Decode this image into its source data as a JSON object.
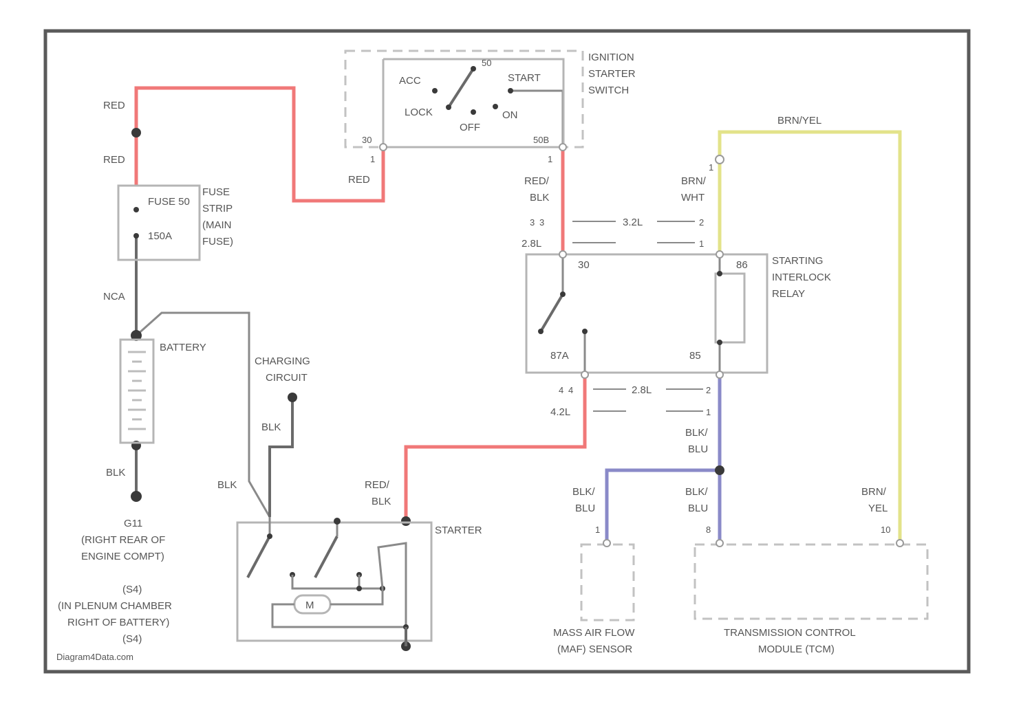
{
  "watermark": "Diagram4Data.com",
  "switch": {
    "title_lines": [
      "IGNITION",
      "STARTER",
      "SWITCH"
    ],
    "pos_acc": "ACC",
    "pos_lock": "LOCK",
    "pos_off": "OFF",
    "pos_on": "ON",
    "pos_start": "START",
    "term_left": "30",
    "term_top": "50",
    "term_right": "50B"
  },
  "fuse": {
    "title_lines": [
      "FUSE",
      "STRIP",
      "(MAIN",
      "FUSE)"
    ],
    "fuse_id": "FUSE 50",
    "rating": "150A"
  },
  "battery": {
    "label": "BATTERY"
  },
  "charging": {
    "label_lines": [
      "CHARGING",
      "CIRCUIT"
    ]
  },
  "ground": {
    "label_lines": [
      "G11",
      "(RIGHT REAR OF",
      "ENGINE COMPT)"
    ]
  },
  "ground_note": {
    "lines": [
      "(S4)",
      "(IN PLENUM CHAMBER",
      "RIGHT OF BATTERY)",
      "(S4)"
    ]
  },
  "starter": {
    "label": "STARTER",
    "motor": "M"
  },
  "relay": {
    "title_lines": [
      "STARTING",
      "INTERLOCK",
      "RELAY"
    ],
    "pin_30": "30",
    "pin_86": "86",
    "pin_87a": "87A",
    "pin_85": "85"
  },
  "connectors": {
    "c32_a": "3.2L",
    "c28_a": "2.8L",
    "c42_a": "4.2L",
    "c32_b": "3.2L",
    "c42_b": "4.2L",
    "c28_b": "2.8L",
    "p_left_top_1": "3",
    "p_left_top_2": "3",
    "p_right_top_1": "2",
    "p_right_top_2": "1",
    "p_left_bot_1": "4",
    "p_left_bot_2": "4",
    "p_right_bot_1": "2",
    "p_right_bot_2": "1",
    "p_switch_30": "1",
    "p_switch_50b": "1",
    "p_yel_top": "1",
    "p_maf": "1",
    "p_tcm_a": "8",
    "p_tcm_b": "10"
  },
  "wires": {
    "red_top": "RED",
    "red_mid": "RED",
    "red_switch": "RED",
    "red_blk_top": [
      "RED/",
      "BLK"
    ],
    "nca": "NCA",
    "blk_batt": "BLK",
    "blk_charging": "BLK",
    "blk_starter": "BLK",
    "red_blk_starter": [
      "RED/",
      "BLK"
    ],
    "brn_yel_top": "BRN/YEL",
    "brn_wht": [
      "BRN/",
      "WHT"
    ],
    "blk_blu_1": [
      "BLK/",
      "BLU"
    ],
    "blk_blu_2": [
      "BLK/",
      "BLU"
    ],
    "blk_blu_3": [
      "BLK/",
      "BLU"
    ],
    "brn_yel_tcm": [
      "BRN/",
      "YEL"
    ]
  },
  "maf": {
    "label_lines": [
      "MASS AIR FLOW",
      "(MAF) SENSOR"
    ]
  },
  "tcm": {
    "label_lines": [
      "TRANSMISSION CONTROL",
      "MODULE (TCM)"
    ]
  },
  "colors": {
    "red_wire": "#f07878",
    "yellow_wire": "#e3e38a",
    "blue_wire": "#8a8ac8",
    "dark_wire": "#6a6a6a"
  }
}
